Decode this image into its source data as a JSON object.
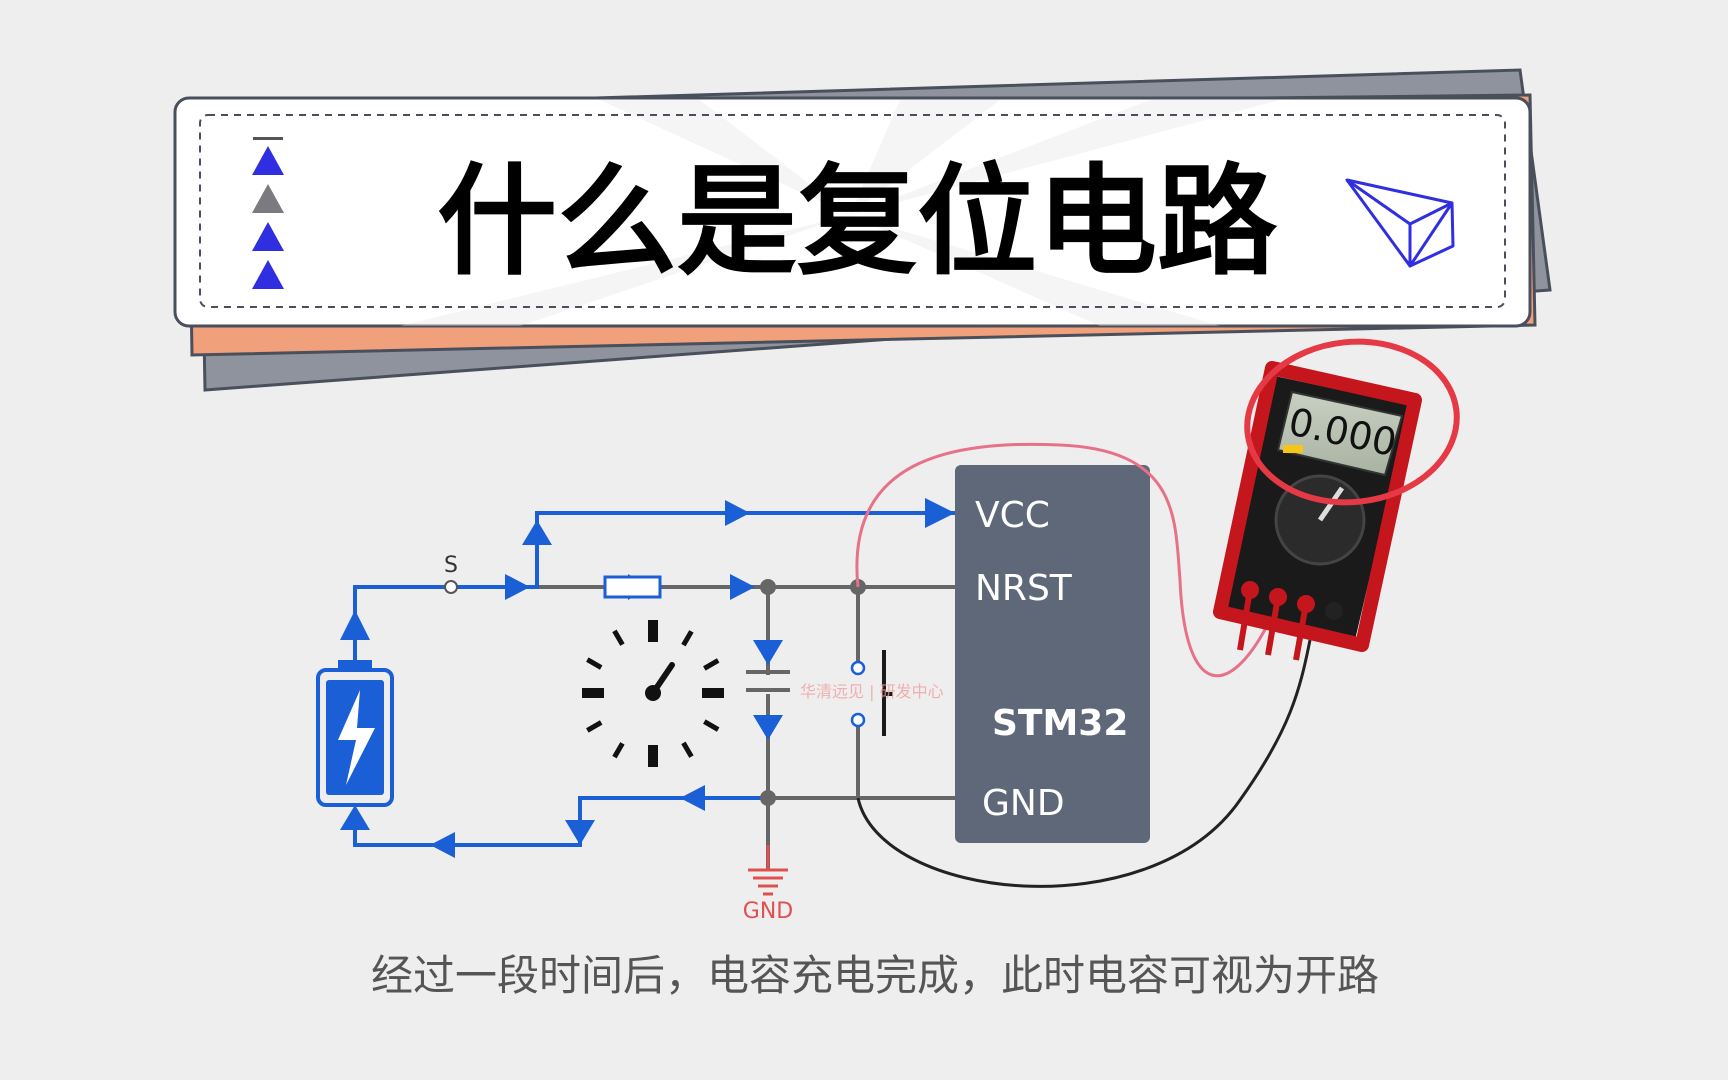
{
  "title": "什么是复位电路",
  "caption": "经过一段时间后，电容充电完成，此时电容可视为开路",
  "chip": {
    "pins": [
      "VCC",
      "NRST",
      "GND"
    ],
    "name": "STM32"
  },
  "switch_label": "S",
  "ground_label": "GND",
  "watermark": "华清远见 | 研发中心",
  "multimeter": {
    "display": "0.000"
  },
  "colors": {
    "flow": "#1a5fd6",
    "chip": "#5f6879",
    "wire": "#666666",
    "probe_red": "#e8718a",
    "probe_black": "#222222",
    "highlight": "#e63946",
    "accent_orange": "#f0a07a",
    "title_border": "#4a4f5c"
  }
}
